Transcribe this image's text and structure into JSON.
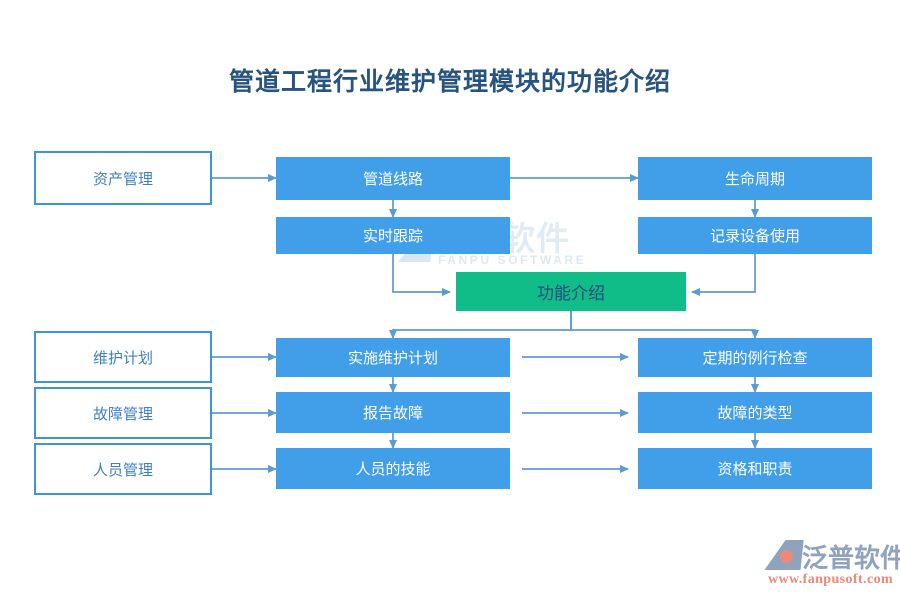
{
  "page": {
    "title": "管道工程行业维护管理模块的功能介绍",
    "background": "#ffffff"
  },
  "colors": {
    "title_text": "#27537F",
    "node_fill_blue": "#409FE8",
    "node_outline_border": "#3F93DD",
    "node_outline_text": "#3F7FC4",
    "node_accent_fill": "#10BC88",
    "node_accent_text": "#1F4E79",
    "connector": "#5B9BD5",
    "watermark": "#C9DCEC",
    "logo_accent": "#EE8877",
    "logo_gray": "#8FA3BC"
  },
  "watermark": {
    "cn": "泛普软件",
    "en": "FANPU SOFTWARE"
  },
  "logo": {
    "cn": "泛普软件",
    "url": "www.fanpusoft.com"
  },
  "diagram": {
    "type": "flowchart",
    "center_node": {
      "id": "center",
      "label": "功能介绍",
      "style": "accent"
    },
    "left_column": [
      {
        "id": "l1",
        "label": "资产管理",
        "style": "outline"
      },
      {
        "id": "l2",
        "label": "维护计划",
        "style": "outline"
      },
      {
        "id": "l3",
        "label": "故障管理",
        "style": "outline"
      },
      {
        "id": "l4",
        "label": "人员管理",
        "style": "outline"
      }
    ],
    "middle_column": [
      {
        "id": "m1",
        "label": "管道线路",
        "style": "filled"
      },
      {
        "id": "m2",
        "label": "实时跟踪",
        "style": "filled"
      },
      {
        "id": "m3",
        "label": "实施维护计划",
        "style": "filled"
      },
      {
        "id": "m4",
        "label": "报告故障",
        "style": "filled"
      },
      {
        "id": "m5",
        "label": "人员的技能",
        "style": "filled"
      }
    ],
    "right_column": [
      {
        "id": "r1",
        "label": "生命周期",
        "style": "filled"
      },
      {
        "id": "r2",
        "label": "记录设备使用",
        "style": "filled"
      },
      {
        "id": "r3",
        "label": "定期的例行检查",
        "style": "filled"
      },
      {
        "id": "r4",
        "label": "故障的类型",
        "style": "filled"
      },
      {
        "id": "r5",
        "label": "资格和职责",
        "style": "filled"
      }
    ],
    "edges": [
      {
        "from": "l1",
        "to": "m1",
        "direction": "right"
      },
      {
        "from": "m1",
        "to": "r1",
        "direction": "right"
      },
      {
        "from": "m1",
        "to": "m2",
        "direction": "down"
      },
      {
        "from": "r1",
        "to": "r2",
        "direction": "down"
      },
      {
        "from": "m2",
        "to": "center",
        "direction": "down-right"
      },
      {
        "from": "r2",
        "to": "center",
        "direction": "down-left"
      },
      {
        "from": "center",
        "to": "m3",
        "direction": "down-left"
      },
      {
        "from": "center",
        "to": "r3",
        "direction": "down-right"
      },
      {
        "from": "l2",
        "to": "m3",
        "direction": "right"
      },
      {
        "from": "l3",
        "to": "m4",
        "direction": "right"
      },
      {
        "from": "l4",
        "to": "m5",
        "direction": "right"
      },
      {
        "from": "m3",
        "to": "r3",
        "direction": "right"
      },
      {
        "from": "m4",
        "to": "r4",
        "direction": "right"
      },
      {
        "from": "m5",
        "to": "r5",
        "direction": "right"
      },
      {
        "from": "m3",
        "to": "m4",
        "direction": "down"
      },
      {
        "from": "m4",
        "to": "m5",
        "direction": "down"
      },
      {
        "from": "r3",
        "to": "r4",
        "direction": "down"
      },
      {
        "from": "r4",
        "to": "r5",
        "direction": "down"
      }
    ]
  }
}
